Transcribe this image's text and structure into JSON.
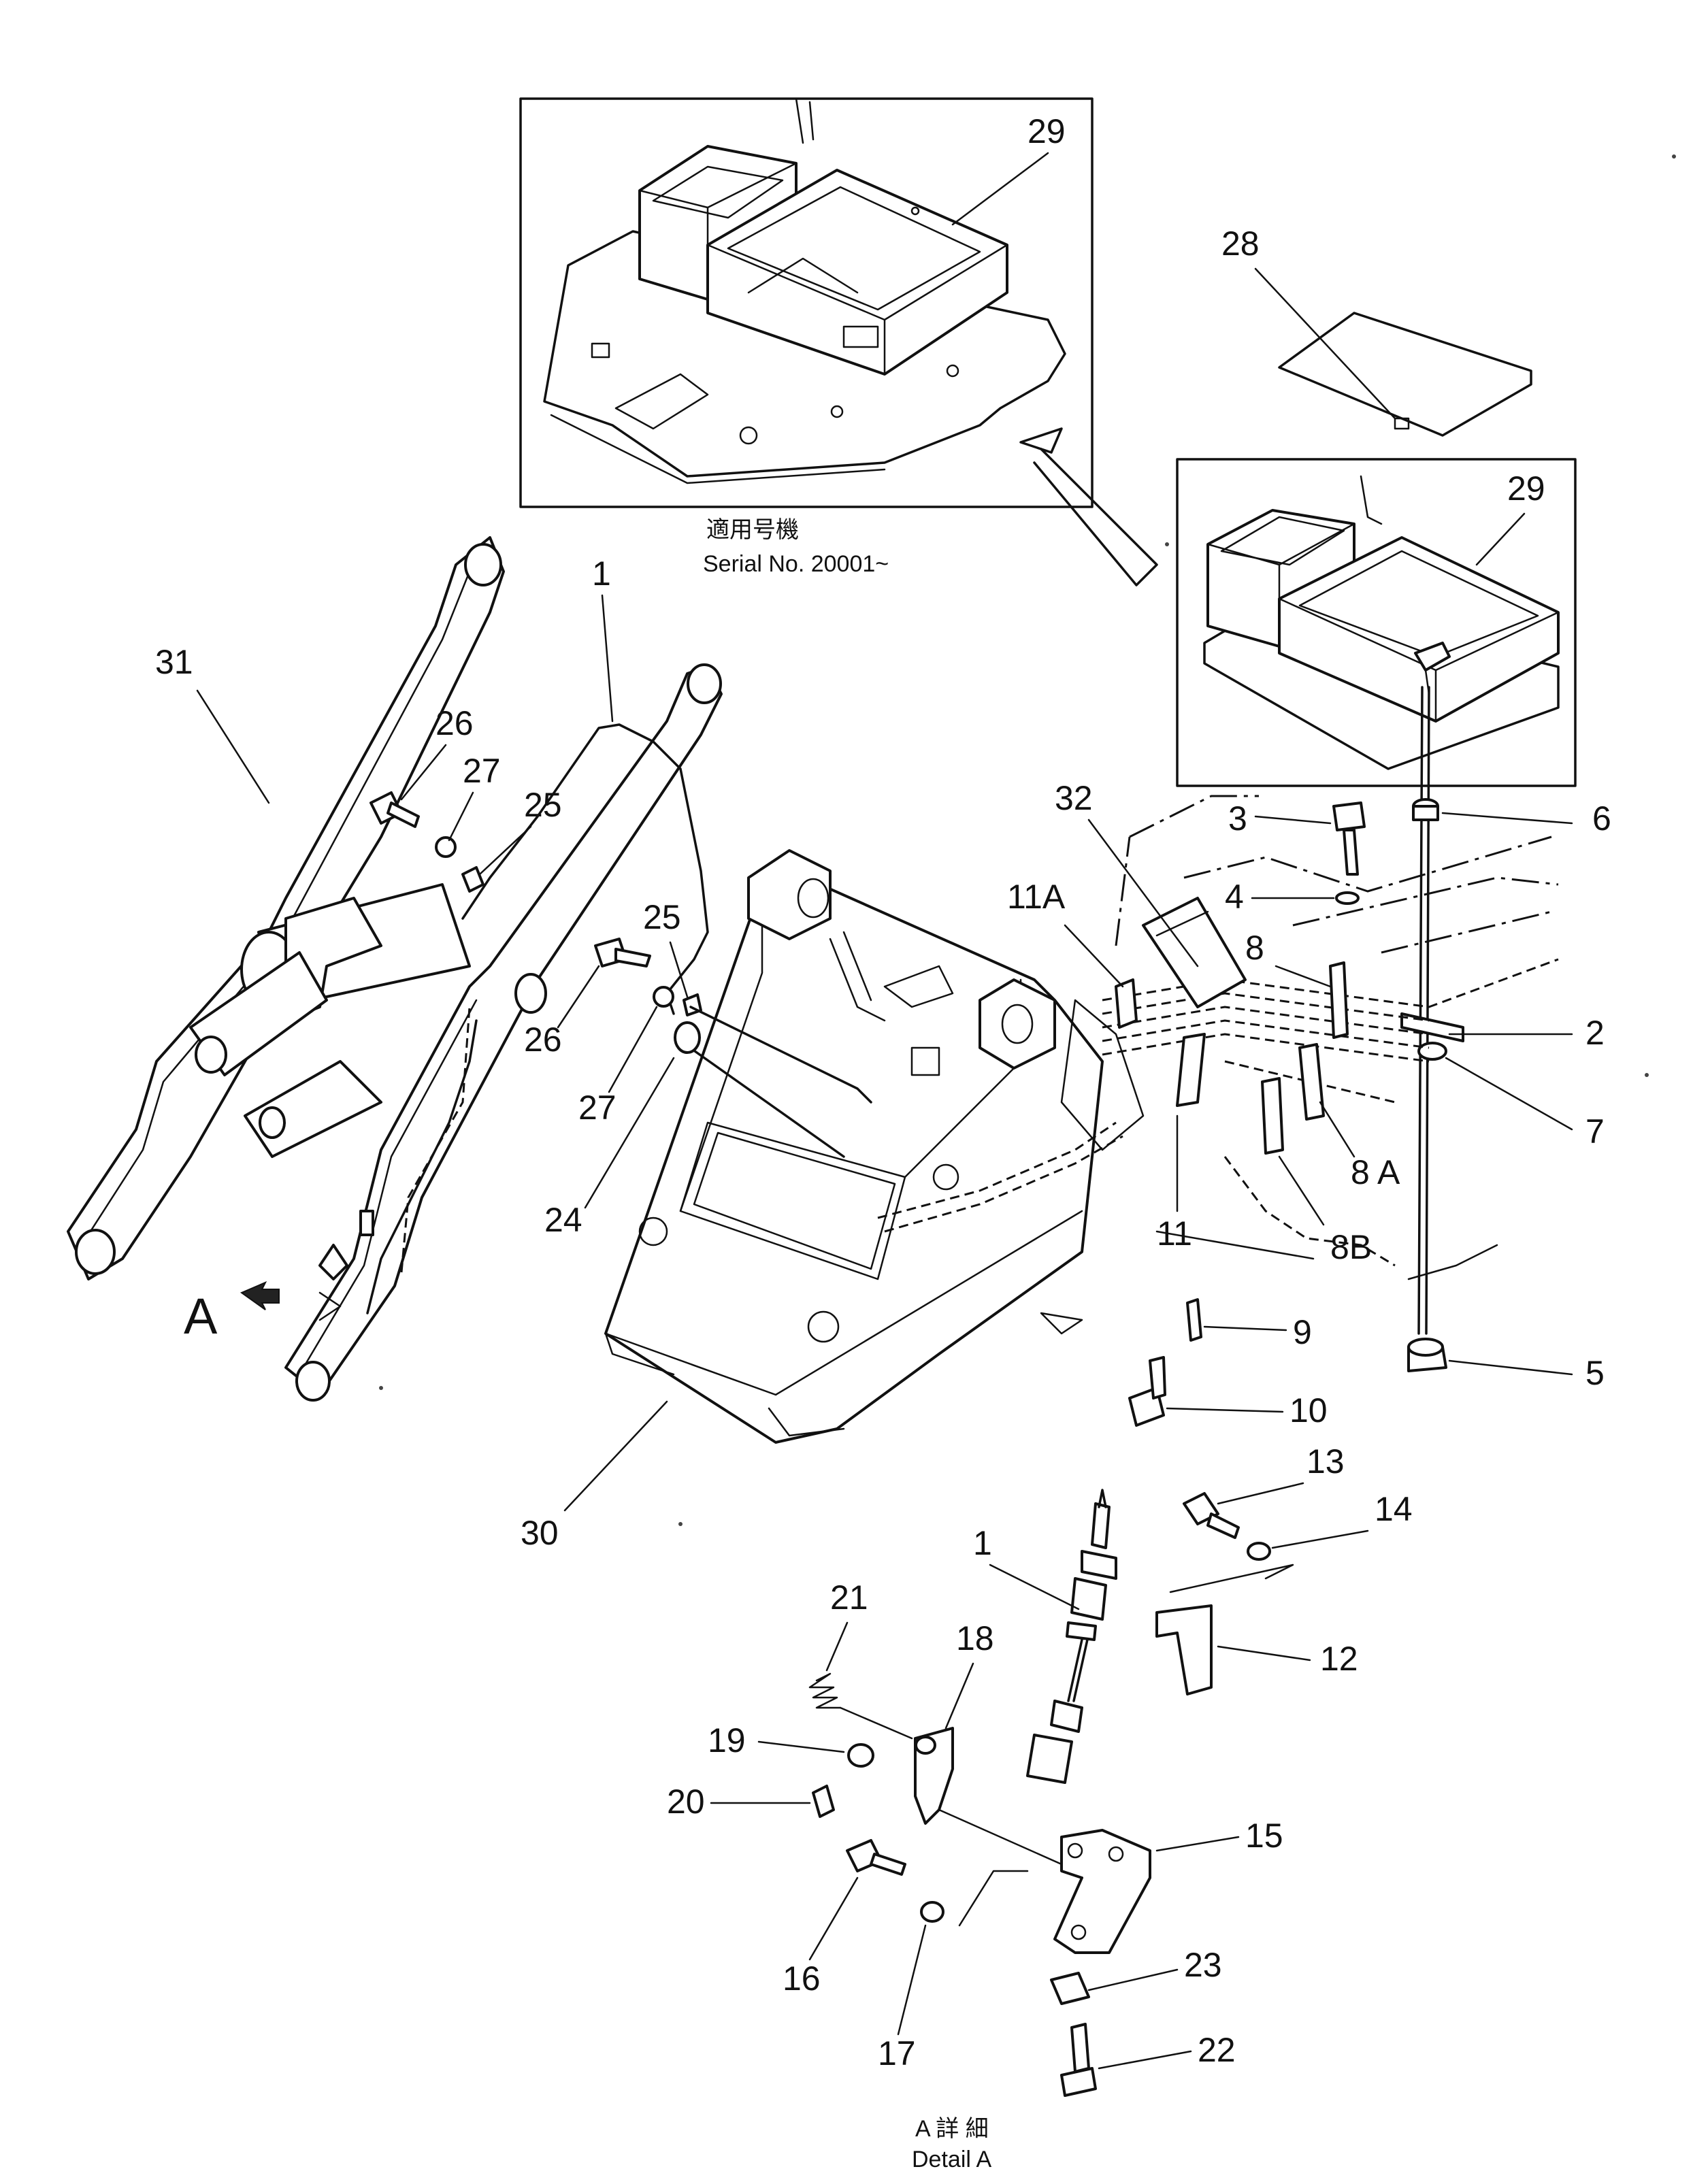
{
  "inset": {
    "label_jp": "適用号機",
    "label_en": "Serial No. 20001~"
  },
  "detail": {
    "label_jp": "A 詳 細",
    "label_en": "Detail A"
  },
  "view_arrow_label": "A",
  "callouts": {
    "c1a": "1",
    "c1b": "1",
    "c2": "2",
    "c3": "3",
    "c4": "4",
    "c5": "5",
    "c6": "6",
    "c7": "7",
    "c8": "8",
    "c8A": "8 A",
    "c8B": "8B",
    "c9": "9",
    "c10": "10",
    "c11": "11",
    "c11A": "11A",
    "c12": "12",
    "c13": "13",
    "c14": "14",
    "c15": "15",
    "c16": "16",
    "c17": "17",
    "c18": "18",
    "c19": "19",
    "c20": "20",
    "c21": "21",
    "c22": "22",
    "c23": "23",
    "c24": "24",
    "c25a": "25",
    "c25b": "25",
    "c26a": "26",
    "c26b": "26",
    "c27a": "27",
    "c27b": "27",
    "c28": "28",
    "c29a": "29",
    "c29b": "29",
    "c30": "30",
    "c31": "31",
    "c32": "32"
  }
}
